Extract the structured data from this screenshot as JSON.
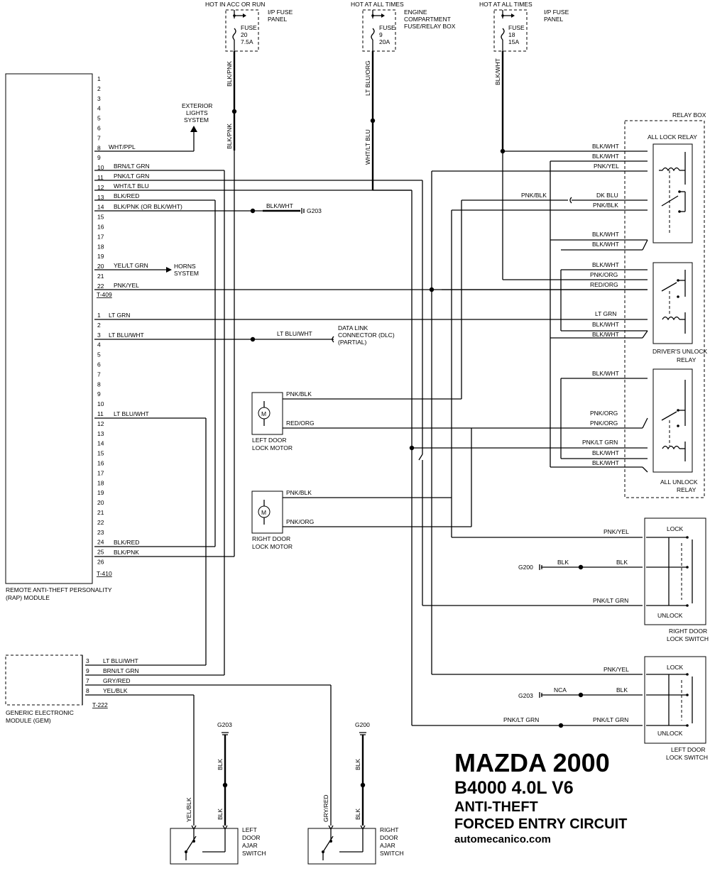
{
  "fuses": [
    {
      "source": "HOT IN ACC OR RUN",
      "panel": [
        "I/P FUSE",
        "PANEL"
      ],
      "name": "FUSE",
      "number": "20",
      "rating": "7.5A",
      "wire_top": "BLK/PNK",
      "wire_bottom": "BLK/PNK"
    },
    {
      "source": "HOT AT ALL TIMES",
      "panel": [
        "ENGINE",
        "COMPARTMENT",
        "FUSE/RELAY BOX"
      ],
      "name": "FUSE",
      "number": "9",
      "rating": "20A",
      "wire_top": "LT BLU/ORG",
      "wire_bottom": "WHT/LT BLU"
    },
    {
      "source": "HOT AT ALL TIMES",
      "panel": [
        "I/P FUSE",
        "PANEL"
      ],
      "name": "FUSE",
      "number": "18",
      "rating": "15A",
      "wire_top": "BLK/WHT"
    }
  ],
  "rap_module": {
    "label": [
      "REMOTE ANTI-THEFT PERSONALITY",
      "(RAP) MODULE"
    ],
    "connector_a": "T-409",
    "connector_b": "T-410",
    "pins_a": [
      "1",
      "2",
      "3",
      "4",
      "5",
      "6",
      "7",
      "8",
      "9",
      "10",
      "11",
      "12",
      "13",
      "14",
      "15",
      "16",
      "17",
      "18",
      "19",
      "20",
      "21",
      "22"
    ],
    "pins_b": [
      "1",
      "2",
      "3",
      "4",
      "5",
      "6",
      "7",
      "8",
      "9",
      "10",
      "11",
      "12",
      "13",
      "14",
      "15",
      "16",
      "17",
      "18",
      "19",
      "20",
      "21",
      "22",
      "23",
      "24",
      "25",
      "26"
    ],
    "wires_a": {
      "p8": "WHT/PPL",
      "p10": "BRN/LT GRN",
      "p11": "PNK/LT GRN",
      "p12": "WHT/LT BLU",
      "p13": "BLK/RED",
      "p14": "BLK/PNK (OR BLK/WHT)",
      "p20": "YEL/LT GRN",
      "p22": "PNK/YEL"
    },
    "wires_b": {
      "p1": "LT GRN",
      "p3": "LT BLU/WHT",
      "p11": "LT BLU/WHT",
      "p24": "BLK/RED",
      "p25": "BLK/PNK"
    }
  },
  "exterior_lights": [
    "EXTERIOR",
    "LIGHTS",
    "SYSTEM"
  ],
  "horns": [
    "HORNS",
    "SYSTEM"
  ],
  "g203_wire": "BLK/WHT",
  "g203": "G203",
  "dlc_wire": "LT BLU/WHT",
  "dlc": [
    "DATA LINK",
    "CONNECTOR (DLC)",
    "(PARTIAL)"
  ],
  "gem": {
    "label": [
      "GENERIC ELECTRONIC",
      "MODULE (GEM)"
    ],
    "connector": "T-222",
    "pins": [
      "3",
      "9",
      "7",
      "8"
    ],
    "wires": [
      "LT BLU/WHT",
      "BRN/LT GRN",
      "GRY/RED",
      "YEL/BLK"
    ]
  },
  "left_motor": {
    "label": [
      "LEFT DOOR",
      "LOCK MOTOR"
    ],
    "symbol": "M",
    "wire1": "PNK/BLK",
    "wire2": "RED/ORG"
  },
  "right_motor": {
    "label": [
      "RIGHT DOOR",
      "LOCK MOTOR"
    ],
    "symbol": "M",
    "wire1": "PNK/BLK",
    "wire2": "PNK/ORG"
  },
  "relay_box": {
    "label": "RELAY BOX",
    "all_lock": {
      "label": "ALL LOCK RELAY",
      "wires": [
        "BLK/WHT",
        "BLK/WHT",
        "PNK/YEL",
        "DK BLU",
        "PNK/BLK",
        "BLK/WHT",
        "BLK/WHT"
      ],
      "splice_wire": "PNK/BLK"
    },
    "drivers_unlock": {
      "label": [
        "DRIVER'S UNLOCK",
        "RELAY"
      ],
      "wires": [
        "BLK/WHT",
        "PNK/ORG",
        "RED/ORG",
        "LT GRN",
        "BLK/WHT",
        "BLK/WHT"
      ]
    },
    "all_unlock": {
      "label": [
        "ALL UNLOCK",
        "RELAY"
      ],
      "wires": [
        "BLK/WHT",
        "PNK/ORG",
        "PNK/ORG",
        "PNK/LT GRN",
        "BLK/WHT",
        "BLK/WHT"
      ]
    }
  },
  "right_switch": {
    "label": [
      "RIGHT DOOR",
      "LOCK SWITCH"
    ],
    "lock": "LOCK",
    "unlock": "UNLOCK",
    "wires": [
      "PNK/YEL",
      "BLK",
      "PNK/LT GRN"
    ],
    "ground": "G200",
    "ground_wire": "BLK"
  },
  "left_switch": {
    "label": [
      "LEFT DOOR",
      "LOCK SWITCH"
    ],
    "lock": "LOCK",
    "unlock": "UNLOCK",
    "wires": [
      "PNK/YEL",
      "BLK",
      "PNK/LT GRN"
    ],
    "ground": "G203",
    "ground_wire": "NCA",
    "left_wire": "PNK/LT GRN"
  },
  "left_ajar": {
    "label": [
      "LEFT",
      "DOOR",
      "AJAR",
      "SWITCH"
    ],
    "wire": "YEL/BLK",
    "ground": "G203",
    "ground_wire": "BLK"
  },
  "right_ajar": {
    "label": [
      "RIGHT",
      "DOOR",
      "AJAR",
      "SWITCH"
    ],
    "wire": "GRY/RED",
    "ground": "G200",
    "ground_wire": "BLK"
  },
  "title": {
    "make": "MAZDA 2000",
    "model": "B4000 4.0L V6",
    "system": "ANTI-THEFT",
    "circuit": "FORCED ENTRY CIRCUIT",
    "site": "automecanico.com"
  }
}
